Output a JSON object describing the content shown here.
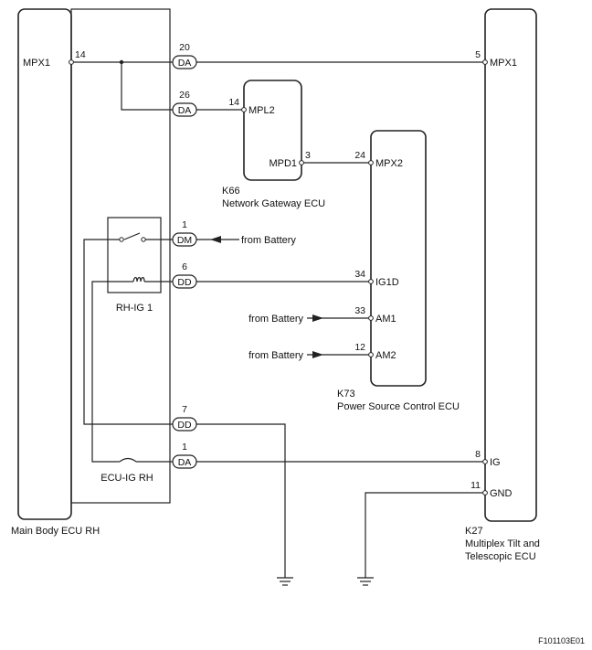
{
  "ecus": {
    "main_body": {
      "name": "Main Body ECU RH"
    },
    "network_gateway": {
      "code": "K66",
      "name": "Network Gateway ECU"
    },
    "power_source": {
      "code": "K73",
      "name": "Power Source Control ECU"
    },
    "tilt": {
      "code": "K27",
      "name_line1": "Multiplex Tilt and",
      "name_line2": "Telescopic ECU"
    }
  },
  "pins": {
    "mb_mpx1": {
      "label": "MPX1",
      "number": "14"
    },
    "gw_mpl2": {
      "label": "MPL2",
      "number": "14"
    },
    "gw_mpd1": {
      "label": "MPD1",
      "number": "3"
    },
    "ps_mpx2": {
      "label": "MPX2",
      "number": "24"
    },
    "ps_ig1d": {
      "label": "IG1D",
      "number": "34"
    },
    "ps_am1": {
      "label": "AM1",
      "number": "33"
    },
    "ps_am2": {
      "label": "AM2",
      "number": "12"
    },
    "t_mpx1": {
      "label": "MPX1",
      "number": "5"
    },
    "t_ig": {
      "label": "IG",
      "number": "8"
    },
    "t_gnd": {
      "label": "GND",
      "number": "11"
    }
  },
  "connectors": {
    "c20": {
      "name": "DA",
      "number": "20"
    },
    "c26": {
      "name": "DA",
      "number": "26"
    },
    "c1dm": {
      "name": "DM",
      "number": "1"
    },
    "c6": {
      "name": "DD",
      "number": "6"
    },
    "c7": {
      "name": "DD",
      "number": "7"
    },
    "c1da": {
      "name": "DA",
      "number": "1"
    }
  },
  "components": {
    "relay": "RH-IG 1",
    "fuse": "ECU-IG RH"
  },
  "sources": {
    "dm_source": "from Battery",
    "am1_source": "from Battery",
    "am2_source": "from Battery"
  },
  "figure_ref": "F101103E01"
}
